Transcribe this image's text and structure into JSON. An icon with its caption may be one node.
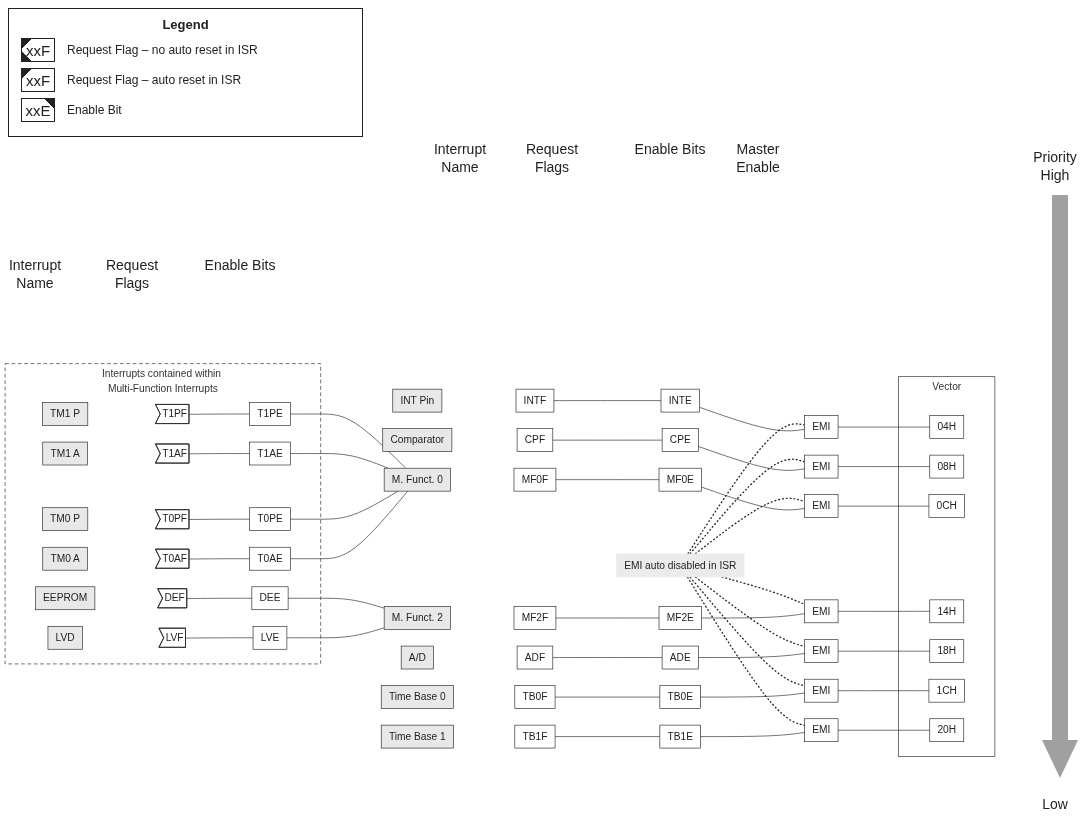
{
  "diagram": {
    "nodes": [
      {
        "text": [
          "EMI auto disabled in ISR"
        ]
      },
      {
        "text": [
          "Vector"
        ]
      },
      {
        "text": [
          "INT Pin"
        ]
      },
      {
        "text": [
          "INTF"
        ]
      },
      {
        "text": [
          "INTE"
        ]
      },
      {
        "text": [
          "EMI"
        ]
      },
      {
        "text": [
          "04H"
        ],
        "in": 1
      },
      {
        "text": [
          "Comparator"
        ]
      },
      {
        "text": [
          "CPF"
        ]
      },
      {
        "text": [
          "CPE"
        ]
      },
      {
        "text": [
          "EMI"
        ]
      },
      {
        "text": [
          "08H"
        ],
        "in": 1
      },
      {
        "text": [
          "Interrupts contained within Multi-Function Interrupts"
        ]
      },
      {
        "text": [
          "TM1 P"
        ],
        "in": 12
      },
      {
        "text": [
          "T1PF"
        ],
        "in": 12
      },
      {
        "text": [
          "T1PE"
        ],
        "in": 12
      },
      {
        "text": [
          "M. Funct. 0"
        ]
      },
      {
        "text": [
          "MF0F"
        ]
      },
      {
        "text": [
          "MF0E"
        ]
      },
      {
        "text": [
          "EMI"
        ]
      },
      {
        "text": [
          "0CH"
        ],
        "in": 1
      },
      {
        "text": [
          "TM1 A"
        ],
        "in": 12
      },
      {
        "text": [
          "T1AF"
        ],
        "in": 12
      },
      {
        "text": [
          "T1AE"
        ],
        "in": 12
      },
      {
        "text": [
          "TM0 P"
        ],
        "in": 12
      },
      {
        "text": [
          "T0PF"
        ],
        "in": 12
      },
      {
        "text": [
          "T0PE"
        ],
        "in": 12
      },
      {
        "text": [
          "TM0 A"
        ],
        "in": 12
      },
      {
        "text": [
          "T0AF"
        ],
        "in": 12
      },
      {
        "text": [
          "T0AE"
        ],
        "in": 12
      },
      {
        "text": [
          "EEPROM"
        ],
        "in": 12
      },
      {
        "text": [
          "DEF"
        ],
        "in": 12
      },
      {
        "text": [
          "DEE"
        ],
        "in": 12
      },
      {
        "text": [
          "M. Funct. 2"
        ]
      },
      {
        "text": [
          "MF2F"
        ]
      },
      {
        "text": [
          "MF2E"
        ]
      },
      {
        "text": [
          "EMI"
        ]
      },
      {
        "text": [
          "14H"
        ],
        "in": 1
      },
      {
        "text": [
          "LVD"
        ],
        "in": 12
      },
      {
        "text": [
          "LVF"
        ],
        "in": 12
      },
      {
        "text": [
          "LVE"
        ],
        "in": 12
      },
      {
        "text": [
          "A/D"
        ]
      },
      {
        "text": [
          "ADF"
        ]
      },
      {
        "text": [
          "ADE"
        ]
      },
      {
        "text": [
          "EMI"
        ]
      },
      {
        "text": [
          "18H"
        ],
        "in": 1
      },
      {
        "text": [
          "Time Base 0"
        ]
      },
      {
        "text": [
          "TB0F"
        ]
      },
      {
        "text": [
          "TB0E"
        ]
      },
      {
        "text": [
          "EMI"
        ]
      },
      {
        "text": [
          "1CH"
        ],
        "in": 1
      },
      {
        "text": [
          "Time Base 1"
        ]
      },
      {
        "text": [
          "TB1F"
        ]
      },
      {
        "text": [
          "TB1E"
        ]
      },
      {
        "text": [
          "EMI"
        ]
      },
      {
        "text": [
          "20H"
        ],
        "in": 1
      }
    ],
    "edges": [
      {
        "from": 0,
        "to": 5,
        "arrow": "none",
        "style": "dashed"
      },
      {
        "from": 0,
        "to": 10,
        "arrow": "none",
        "style": "dashed"
      },
      {
        "from": 0,
        "to": 19,
        "arrow": "none",
        "style": "dashed"
      },
      {
        "from": 0,
        "to": 36,
        "arrow": "none",
        "style": "dashed"
      },
      {
        "from": 0,
        "to": 44,
        "arrow": "none",
        "style": "dashed"
      },
      {
        "from": 0,
        "to": 49,
        "arrow": "none",
        "style": "dashed"
      },
      {
        "from": 0,
        "to": 54,
        "arrow": "none",
        "style": "dashed"
      },
      {
        "from": 3,
        "to": 4,
        "arrow": "none"
      },
      {
        "from": 4,
        "to": 5,
        "arrow": "none"
      },
      {
        "from": 5,
        "to": 6,
        "arrow": "none"
      },
      {
        "from": 8,
        "to": 9,
        "arrow": "none"
      },
      {
        "from": 9,
        "to": 10,
        "arrow": "none"
      },
      {
        "from": 10,
        "to": 11,
        "arrow": "none"
      },
      {
        "from": 14,
        "to": 15,
        "arrow": "none"
      },
      {
        "from": 15,
        "to": 16,
        "arrow": "none"
      },
      {
        "from": 17,
        "to": 18,
        "arrow": "none"
      },
      {
        "from": 18,
        "to": 19,
        "arrow": "none"
      },
      {
        "from": 19,
        "to": 20,
        "arrow": "none"
      },
      {
        "from": 22,
        "to": 23,
        "arrow": "none"
      },
      {
        "from": 23,
        "to": 16,
        "arrow": "none"
      },
      {
        "from": 25,
        "to": 26,
        "arrow": "none"
      },
      {
        "from": 26,
        "to": 16,
        "arrow": "none"
      },
      {
        "from": 28,
        "to": 29,
        "arrow": "none"
      },
      {
        "from": 29,
        "to": 16,
        "arrow": "none"
      },
      {
        "from": 31,
        "to": 32,
        "arrow": "none"
      },
      {
        "from": 32,
        "to": 33,
        "arrow": "none"
      },
      {
        "from": 34,
        "to": 35,
        "arrow": "none"
      },
      {
        "from": 35,
        "to": 36,
        "arrow": "none"
      },
      {
        "from": 36,
        "to": 37,
        "arrow": "none"
      },
      {
        "from": 39,
        "to": 40,
        "arrow": "none"
      },
      {
        "from": 40,
        "to": 33,
        "arrow": "none"
      },
      {
        "from": 42,
        "to": 43,
        "arrow": "none"
      },
      {
        "from": 43,
        "to": 44,
        "arrow": "none"
      },
      {
        "from": 44,
        "to": 45,
        "arrow": "none"
      },
      {
        "from": 47,
        "to": 48,
        "arrow": "none"
      },
      {
        "from": 48,
        "to": 49,
        "arrow": "none"
      },
      {
        "from": 49,
        "to": 50,
        "arrow": "none"
      },
      {
        "from": 52,
        "to": 53,
        "arrow": "none"
      },
      {
        "from": 53,
        "to": 54,
        "arrow": "none"
      },
      {
        "from": 54,
        "to": 55,
        "arrow": "none"
      }
    ],
    "labels": [
      "Legend",
      "xxF",
      "xxF",
      "xxE",
      "Interrupt Name",
      "Request Flags",
      "Enable Bits",
      "Master Enable",
      "Priority High",
      "Interrupt Name",
      "Request Flags",
      "Enable Bits",
      "Low"
    ],
    "legend": [
      {
        "text": "Request Flag – no auto reset in ISR"
      },
      {
        "text": "Request Flag – auto reset in ISR"
      },
      {
        "text": "Enable Bit"
      }
    ]
  }
}
